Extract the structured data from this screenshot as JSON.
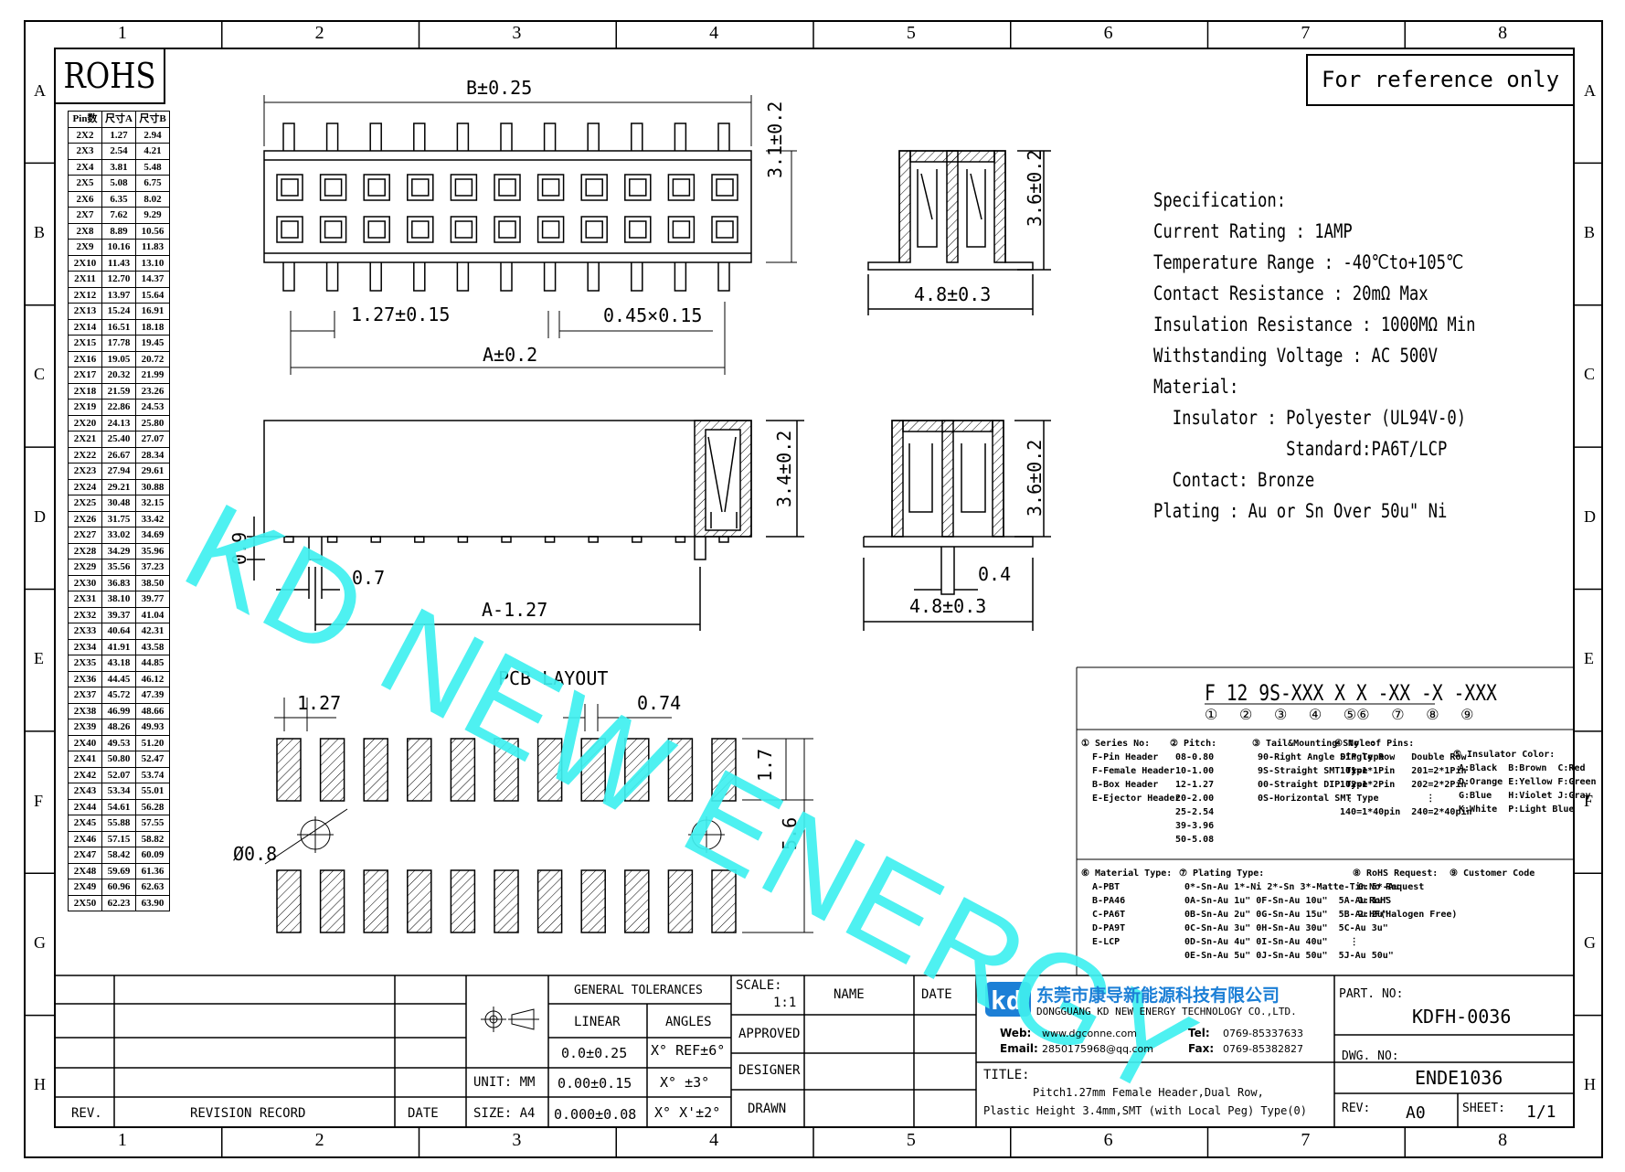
{
  "border": {
    "cols": [
      "1",
      "2",
      "3",
      "4",
      "5",
      "6",
      "7",
      "8"
    ],
    "rows": [
      "A",
      "B",
      "C",
      "D",
      "E",
      "F",
      "G",
      "H"
    ]
  },
  "rohs": "ROHS",
  "reference": "For reference only",
  "pin_table": {
    "headers": [
      "Pin数",
      "尺寸A",
      "尺寸B"
    ],
    "rows": [
      [
        "2X2",
        "1.27",
        "2.94"
      ],
      [
        "2X3",
        "2.54",
        "4.21"
      ],
      [
        "2X4",
        "3.81",
        "5.48"
      ],
      [
        "2X5",
        "5.08",
        "6.75"
      ],
      [
        "2X6",
        "6.35",
        "8.02"
      ],
      [
        "2X7",
        "7.62",
        "9.29"
      ],
      [
        "2X8",
        "8.89",
        "10.56"
      ],
      [
        "2X9",
        "10.16",
        "11.83"
      ],
      [
        "2X10",
        "11.43",
        "13.10"
      ],
      [
        "2X11",
        "12.70",
        "14.37"
      ],
      [
        "2X12",
        "13.97",
        "15.64"
      ],
      [
        "2X13",
        "15.24",
        "16.91"
      ],
      [
        "2X14",
        "16.51",
        "18.18"
      ],
      [
        "2X15",
        "17.78",
        "19.45"
      ],
      [
        "2X16",
        "19.05",
        "20.72"
      ],
      [
        "2X17",
        "20.32",
        "21.99"
      ],
      [
        "2X18",
        "21.59",
        "23.26"
      ],
      [
        "2X19",
        "22.86",
        "24.53"
      ],
      [
        "2X20",
        "24.13",
        "25.80"
      ],
      [
        "2X21",
        "25.40",
        "27.07"
      ],
      [
        "2X22",
        "26.67",
        "28.34"
      ],
      [
        "2X23",
        "27.94",
        "29.61"
      ],
      [
        "2X24",
        "29.21",
        "30.88"
      ],
      [
        "2X25",
        "30.48",
        "32.15"
      ],
      [
        "2X26",
        "31.75",
        "33.42"
      ],
      [
        "2X27",
        "33.02",
        "34.69"
      ],
      [
        "2X28",
        "34.29",
        "35.96"
      ],
      [
        "2X29",
        "35.56",
        "37.23"
      ],
      [
        "2X30",
        "36.83",
        "38.50"
      ],
      [
        "2X31",
        "38.10",
        "39.77"
      ],
      [
        "2X32",
        "39.37",
        "41.04"
      ],
      [
        "2X33",
        "40.64",
        "42.31"
      ],
      [
        "2X34",
        "41.91",
        "43.58"
      ],
      [
        "2X35",
        "43.18",
        "44.85"
      ],
      [
        "2X36",
        "44.45",
        "46.12"
      ],
      [
        "2X37",
        "45.72",
        "47.39"
      ],
      [
        "2X38",
        "46.99",
        "48.66"
      ],
      [
        "2X39",
        "48.26",
        "49.93"
      ],
      [
        "2X40",
        "49.53",
        "51.20"
      ],
      [
        "2X41",
        "50.80",
        "52.47"
      ],
      [
        "2X42",
        "52.07",
        "53.74"
      ],
      [
        "2X43",
        "53.34",
        "55.01"
      ],
      [
        "2X44",
        "54.61",
        "56.28"
      ],
      [
        "2X45",
        "55.88",
        "57.55"
      ],
      [
        "2X46",
        "57.15",
        "58.82"
      ],
      [
        "2X47",
        "58.42",
        "60.09"
      ],
      [
        "2X48",
        "59.69",
        "61.36"
      ],
      [
        "2X49",
        "60.96",
        "62.63"
      ],
      [
        "2X50",
        "62.23",
        "63.90"
      ]
    ]
  },
  "dims": {
    "b": "B±0.25",
    "h31": "3.1±0.2",
    "pitch": "1.27±0.15",
    "pin": "0.45×0.15",
    "a": "A±0.2",
    "h36a": "3.6±0.2",
    "w48a": "4.8±0.3",
    "h34": "3.4±0.2",
    "d09": "0.9",
    "d07": "0.7",
    "a127": "A-1.27",
    "h36b": "3.6±0.2",
    "d04": "0.4",
    "w48b": "4.8±0.3",
    "pcb_title": "PCB LAYOUT",
    "p127": "1.27",
    "p074": "0.74",
    "p17": "1.7",
    "p56": "5.6",
    "phi": "Ø0.8"
  },
  "spec_lines": [
    "Specification:",
    "Current Rating : 1AMP",
    "Temperature Range : -40℃to+105℃",
    "Contact Resistance : 20mΩ Max",
    "Insulation Resistance : 1000MΩ Min",
    "Withstanding Voltage : AC 500V",
    "Material:",
    "  Insulator : Polyester (UL94V-0)",
    "              Standard:PA6T/LCP",
    "  Contact: Bronze",
    "Plating : Au or Sn Over 50u\" Ni"
  ],
  "watermark": "KD NEW ENERGY",
  "part_code": {
    "code": "F 12 9S-XXX X X -XX -X -XXX",
    "marks": "① ② ③ ④ ⑤⑥ ⑦ ⑧ ⑨"
  },
  "legend_top": [
    "① Series No:\n  F-Pin Header\n  F-Female Header\n  B-Box Header\n  E-Ejector Header",
    "② Pitch:\n 08-0.80\n 10-1.00\n 12-1.27\n 20-2.00\n 25-2.54\n 39-3.96\n 50-5.08",
    "③ Tail&Mounting Style:\n 90-Right Angle DIP Type\n 9S-Straight SMT Type\n 00-Straight DIP Type\n 0S-Horizontal SMT Type",
    "④ No. of Pins:\n Single Row   Double Row\n 101=1*1Pin   201=2*1Pin\n 102=1*2Pin   202=2*2Pin\n  ⋮             ⋮\n 140=1*40pin  240=2*40pin",
    "⑤ Insulator Color:\n A:Black  B:Brown  C:Red\n D:Orange E:Yellow F:Green\n G:Blue   H:Violet J:Gray\n K:White  P:Light Blue"
  ],
  "legend_bottom": [
    "⑥ Material Type:\n  A-PBT\n  B-PA46\n  C-PA6T\n  D-PA9T\n  E-LCP",
    "⑦ Plating Type:\n 0*-Sn-Au 1*-Ni 2*-Sn 3*-Matte-Tin 5*-Au\n 0A-Sn-Au 1u\" 0F-Sn-Au 10u\"  5A-Au 1u\"\n 0B-Sn-Au 2u\" 0G-Sn-Au 15u\"  5B-Au 2u\"\n 0C-Sn-Au 3u\" 0H-Sn-Au 30u\"  5C-Au 3u\"\n 0D-Sn-Au 4u\" 0I-Sn-Au 40u\"    ⋮\n 0E-Sn-Au 5u\" 0J-Sn-Au 50u\"  5J-Au 50u\"",
    "⑧ RoHS Request:\n 0:No Request\n 1:RoHS\n 2:HF(Halogen Free)",
    "⑨ Customer Code"
  ],
  "title_block": {
    "rev": "REV.",
    "revision_record": "REVISION RECORD",
    "date": "DATE",
    "general_tolerances": "GENERAL TOLERANCES",
    "linear": "LINEAR",
    "angles": "ANGLES",
    "tol1": "0.0±0.25",
    "ang1": "X° REF±6°",
    "tol2": "0.00±0.15",
    "ang2": "X° ±3°",
    "tol3": "0.000±0.08",
    "ang3": "X° X'±2°",
    "unit": "UNIT: MM",
    "size": "SIZE: A4",
    "scale_label": "SCALE:",
    "scale": "1:1",
    "name": "NAME",
    "date2": "DATE",
    "approved": "APPROVED",
    "designer": "DESIGNER",
    "drawn": "DRAWN",
    "company_cn": "东莞市康导新能源科技有限公司",
    "company_en": "DONGGUANG KD NEW ENERGY TECHNOLOGY CO.,LTD.",
    "web_label": "Web:",
    "web": "www.dgconne.com",
    "tel_label": "Tel:",
    "tel": "0769-85337633",
    "email_label": "Email:",
    "email": "2850175968@qq.com",
    "fax_label": "Fax:",
    "fax": "0769-85382827",
    "title_label": "TITLE:",
    "title1": "Pitch1.27mm Female Header,Dual Row,",
    "title2": "Plastic Height 3.4mm,SMT (with Local Peg) Type(0)",
    "part_label": "PART. NO:",
    "part_no": "KDFH-0036",
    "dwg_label": "DWG. NO:",
    "dwg_no": "ENDE1036",
    "rev_label": "REV:",
    "rev_val": "A0",
    "sheet_label": "SHEET:",
    "sheet": "1/1"
  }
}
